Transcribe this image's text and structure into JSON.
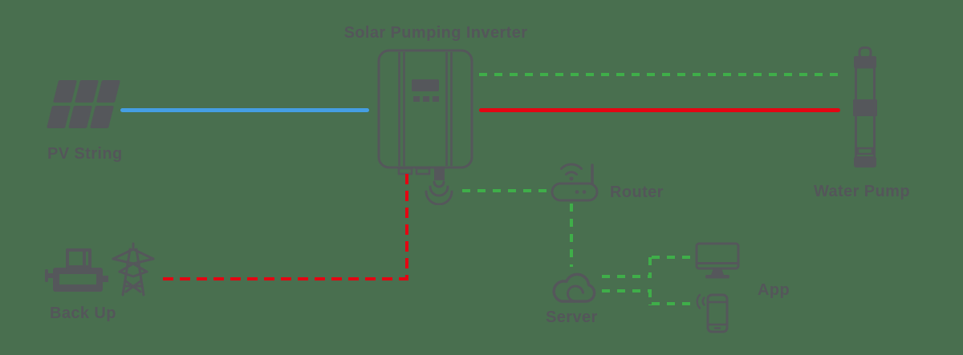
{
  "diagram": {
    "type": "system-connection-diagram",
    "background_color": "#496F4F"
  },
  "colors": {
    "bg": "#496F4F",
    "icon_gray": "#55575B",
    "label_gray": "#54565A",
    "dc_blue": "#459EE3",
    "ac_red": "#E30613",
    "wireless_green": "#3FAE49"
  },
  "nodes": {
    "pv_string": {
      "label": "PV String",
      "icon": "solar-panel-icon"
    },
    "inverter": {
      "label": "Solar Pumping Inverter",
      "icon": "inverter-icon"
    },
    "water_pump": {
      "label": "Water Pump",
      "icon": "water-pump-icon"
    },
    "back_up": {
      "label": "Back Up",
      "icons": [
        "generator-icon",
        "transmission-tower-icon"
      ]
    },
    "router": {
      "label": "Router",
      "icon": "router-icon"
    },
    "server": {
      "label": "Server",
      "icon": "cloud-server-icon"
    },
    "app": {
      "label": "App",
      "icons": [
        "monitor-icon",
        "smartphone-icon"
      ]
    }
  },
  "connections": [
    {
      "id": "pv-to-inverter",
      "style": "solid",
      "color": "#459EE3"
    },
    {
      "id": "inverter-to-pump-power",
      "style": "solid",
      "color": "#E30613"
    },
    {
      "id": "inverter-to-pump-signal",
      "style": "dashed",
      "color": "#3FAE49"
    },
    {
      "id": "inverter-to-backup",
      "style": "dashed",
      "color": "#E30613"
    },
    {
      "id": "inverter-wifi-to-router",
      "style": "dashed",
      "color": "#3FAE49"
    },
    {
      "id": "router-to-server",
      "style": "dashed",
      "color": "#3FAE49"
    },
    {
      "id": "server-to-monitor",
      "style": "dashed",
      "color": "#3FAE49"
    },
    {
      "id": "server-to-smartphone",
      "style": "dashed",
      "color": "#3FAE49"
    }
  ]
}
